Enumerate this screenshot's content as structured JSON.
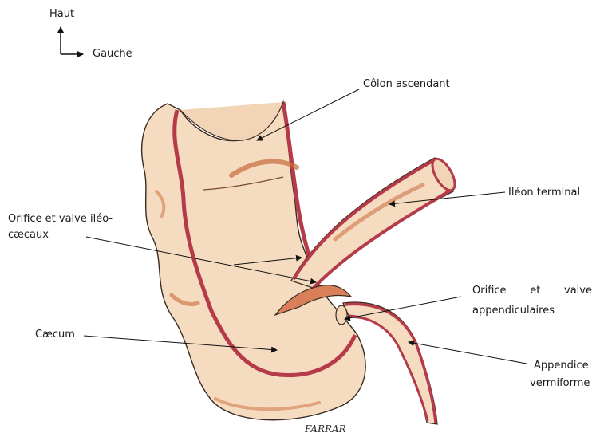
{
  "orientation": {
    "up_label": "Haut",
    "left_label": "Gauche"
  },
  "labels": {
    "colon": "Côlon ascendant",
    "ileum": "Iléon terminal",
    "ileocecal_line1": "Orifice et valve iléo-",
    "ileocecal_line2": "cæcaux",
    "appendicular_line1": "Orifice et valve",
    "appendicular_line2": "appendiculaires",
    "cecum": "Cæcum",
    "appendix_line1": "Appendice",
    "appendix_line2": "vermiforme"
  },
  "signature": "FARRAR",
  "colors": {
    "tissue_fill": "#f5dcc0",
    "wall_stroke": "#b53a4a",
    "shading": "#c96a3a",
    "outline": "#3a2a22",
    "leader": "#111111"
  }
}
